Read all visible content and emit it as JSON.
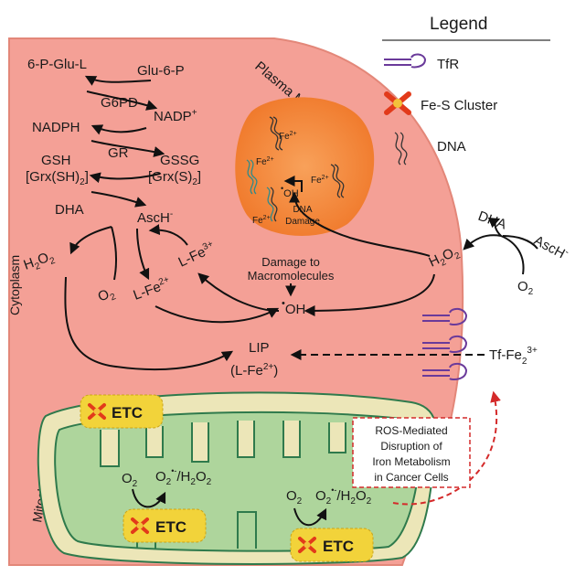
{
  "legend": {
    "title": "Legend",
    "tfr": "TfR",
    "fes": "Fe-S Cluster",
    "dna": "DNA"
  },
  "regions": {
    "plasma_membrane": "Plasma Membrane",
    "cytoplasm": "Cytoplasm",
    "mitochondria": "Mitochondria"
  },
  "cycle": {
    "g6p_l": "6-P-Glu-L",
    "g6p": "Glu-6-P",
    "g6pd": "G6PD",
    "nadph": "NADPH",
    "nadp": "NADP",
    "nadp_sup": "+",
    "gr": "GR",
    "gsh": "GSH",
    "grx_sh": "[Grx(SH)",
    "grx_sh_sub": "2",
    "grx_sh_end": "]",
    "gssg": "GSSG",
    "grx_s": "[Grx(S)",
    "grx_s_sub": "2",
    "grx_s_end": "]",
    "dha": "DHA",
    "asch": "AscH",
    "asch_sup": "-"
  },
  "species": {
    "h2o2_h": "H",
    "h2o2_2a": "2",
    "h2o2_o": "O",
    "h2o2_2b": "2",
    "o2_o": "O",
    "o2_2": "2",
    "lfe2": "L-Fe",
    "lfe2_sup": "2+",
    "lfe3": "L-Fe",
    "lfe3_sup": "3+",
    "damage1": "Damage to",
    "damage2": "Macromolecules",
    "oh": "OH",
    "oh_dot": "•",
    "lip1": "LIP",
    "lip2": "(L-Fe",
    "lip2_sup": "2+",
    "lip2_end": ")"
  },
  "nucleus": {
    "fe": "Fe",
    "fe_sup": "2+",
    "oh": "OH",
    "oh_dot": "•",
    "dna_damage1": "DNA",
    "dna_damage2": "Damage"
  },
  "outside": {
    "dha": "DHA",
    "asch": "AscH",
    "asch_sup": "-",
    "h2o2_h": "H",
    "h2o2_2a": "2",
    "h2o2_o": "O",
    "h2o2_2b": "2",
    "o2_o": "O",
    "o2_2": "2",
    "tf": "Tf-Fe",
    "tf_sub": "2",
    "tf_sup": "3+"
  },
  "mito": {
    "etc": "ETC",
    "o2_o": "O",
    "o2_2": "2",
    "sup_o": "O",
    "sup_2": "2",
    "sup_dot": "•-",
    "slash": "/H",
    "h2": "2",
    "o": "O",
    "o2": "2"
  },
  "title_box": {
    "line1": "ROS-Mediated",
    "line2": "Disruption of",
    "line3": "Iron Metabolism",
    "line4": "in Cancer Cells"
  },
  "colors": {
    "cell": "#f4a096",
    "cell_stroke": "#e38779",
    "nucleus": "#f07a2c",
    "mito": "#aed59c",
    "mito_outer": "#ece6b8",
    "mito_stroke": "#2f7a4c",
    "etc": "#f2d33a",
    "tfr": "#6a3a9a",
    "red_dash": "#d42a2a"
  }
}
